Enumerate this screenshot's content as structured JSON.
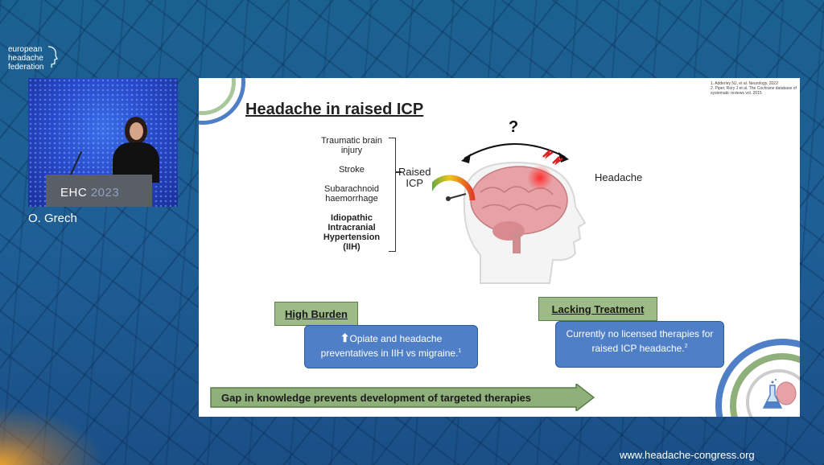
{
  "event": {
    "logo_lines": [
      "european",
      "headache",
      "federation"
    ],
    "podium_text": "EHC",
    "podium_year": "2023",
    "speaker_name": "O. Grech",
    "website": "www.headache-congress.org"
  },
  "slide": {
    "title": "Headache in raised ICP",
    "references": [
      "1.    Adderley NJ, et al. Neurology. 2022",
      "2.    Piper, Rory J et al. The Cochrane database of systematic reviews vol. 2015"
    ],
    "causes": [
      {
        "text": "Traumatic brain injury",
        "bold": false
      },
      {
        "text": "Stroke",
        "bold": false
      },
      {
        "text": "Subarachnoid haemorrhage",
        "bold": false
      },
      {
        "text": "Idiopathic Intracranial Hypertension (IIH)",
        "bold": true
      }
    ],
    "raised_icp_label": [
      "Raised",
      "ICP"
    ],
    "question_mark": "?",
    "headache_label": "Headache",
    "high_burden": {
      "label": "High Burden",
      "text": "Opiate and headache preventatives in IIH vs migraine.",
      "sup": "1"
    },
    "lacking_treatment": {
      "label": "Lacking Treatment",
      "text": "Currently no licensed therapies for raised ICP headache.",
      "sup": "2"
    },
    "banner": "Gap in knowledge prevents development of targeted therapies",
    "colors": {
      "tag_green": "#9dbb86",
      "box_blue": "#4f7fc6",
      "banner_green": "#8fb07a"
    }
  }
}
